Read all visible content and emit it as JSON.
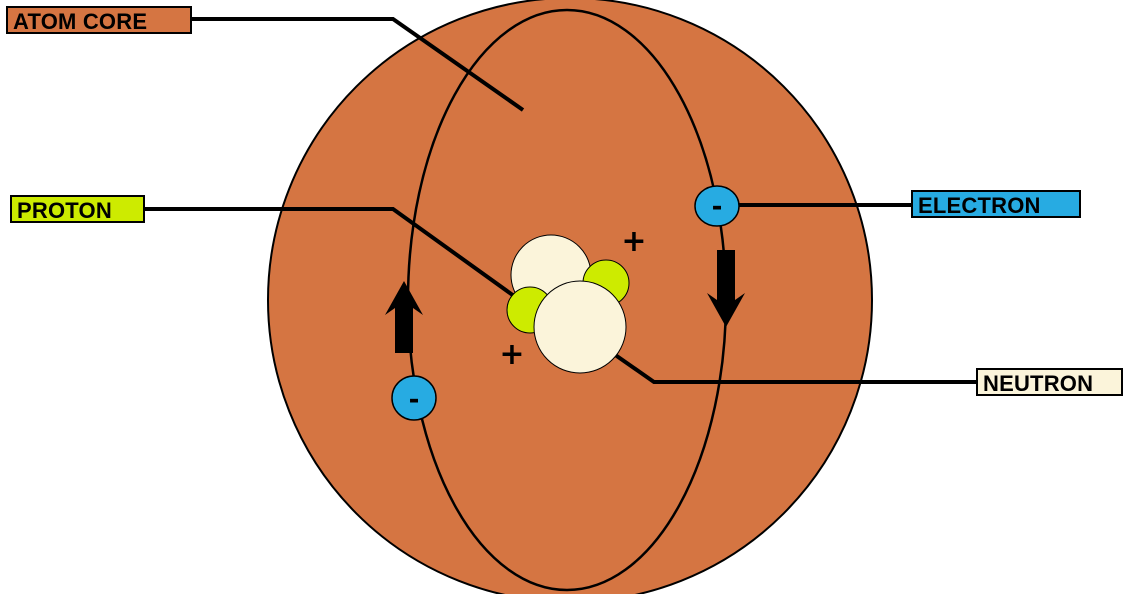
{
  "labels": {
    "atom_core": "ATOM CORE",
    "proton": "PROTON",
    "electron": "ELECTRON",
    "neutron": "NEUTRON"
  },
  "signs": {
    "proton_charge": "+",
    "electron_charge": "-"
  },
  "colors": {
    "atom_core": "#D57542",
    "proton": "#CDEB00",
    "neutron": "#FBF4DA",
    "electron": "#27ABE2",
    "outline": "#000000"
  },
  "icons": {
    "orbit_arrow_up": "arrow-up-icon",
    "orbit_arrow_down": "arrow-down-icon"
  }
}
